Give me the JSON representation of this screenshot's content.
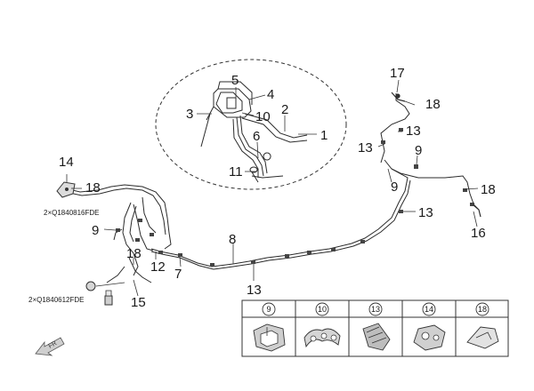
{
  "callouts": {
    "c1": "1",
    "c2": "2",
    "c3": "3",
    "c4": "4",
    "c5": "5",
    "c6": "6",
    "c7": "7",
    "c8": "8",
    "c9a": "9",
    "c9b": "9",
    "c9c": "9",
    "c10": "10",
    "c11": "11",
    "c12": "12",
    "c13a": "13",
    "c13b": "13",
    "c13c": "13",
    "c13d": "13",
    "c14": "14",
    "c15": "15",
    "c16": "16",
    "c17": "17",
    "c18a": "18",
    "c18b": "18",
    "c18c": "18",
    "c18d": "18"
  },
  "part_numbers": {
    "bolt_a": "2×Q1840816FDE",
    "bolt_b": "2×Q1840612FDE"
  },
  "legend": {
    "items": [
      "9",
      "10",
      "13",
      "14",
      "18"
    ]
  },
  "direction": {
    "label": "FR"
  },
  "colors": {
    "line": "#2b2b2b",
    "clip_fill": "#cfcfcf",
    "clip_dark": "#6a6a6a"
  }
}
